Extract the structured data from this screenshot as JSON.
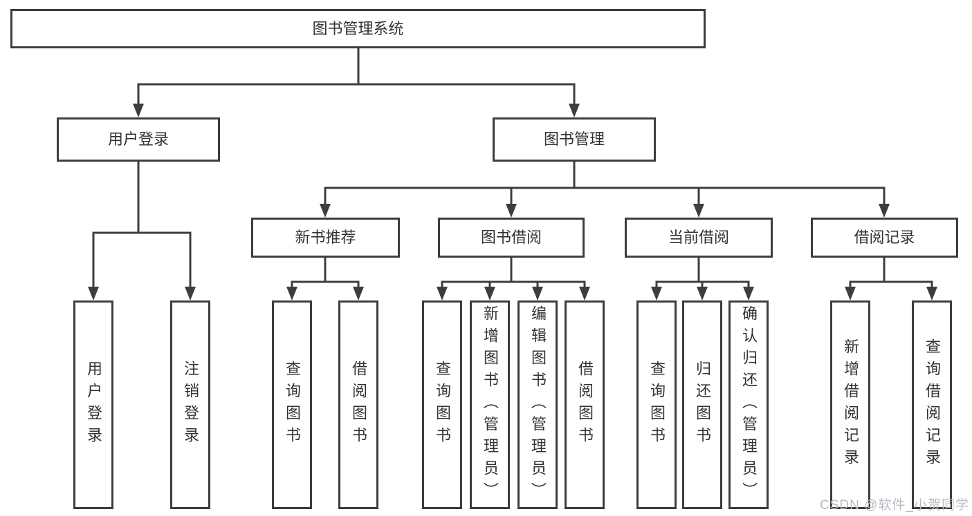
{
  "tree": {
    "root": {
      "label": "图书管理系统"
    },
    "children": [
      {
        "label": "用户登录",
        "children": [
          {
            "label": "用户登录"
          },
          {
            "label": "注销登录"
          }
        ]
      },
      {
        "label": "图书管理",
        "children": [
          {
            "label": "新书推荐",
            "children": [
              {
                "label": "查询图书"
              },
              {
                "label": "借阅图书"
              }
            ]
          },
          {
            "label": "图书借阅",
            "children": [
              {
                "label": "查询图书"
              },
              {
                "label": "新增图书（管理员）"
              },
              {
                "label": "编辑图书（管理员）"
              },
              {
                "label": "借阅图书"
              }
            ]
          },
          {
            "label": "当前借阅",
            "children": [
              {
                "label": "查询图书"
              },
              {
                "label": "归还图书"
              },
              {
                "label": "确认归还（管理员）"
              }
            ]
          },
          {
            "label": "借阅记录",
            "children": [
              {
                "label": "新增借阅记录"
              },
              {
                "label": "查询借阅记录"
              }
            ]
          }
        ]
      }
    ]
  },
  "watermark": {
    "text": "CSDN @软件_小贺同学"
  },
  "colors": {
    "line": "#3d3d3d",
    "box_border": "#3d3d3d",
    "box_bg": "#ffffff",
    "text": "#333333",
    "watermark": "#b7bbc2"
  }
}
